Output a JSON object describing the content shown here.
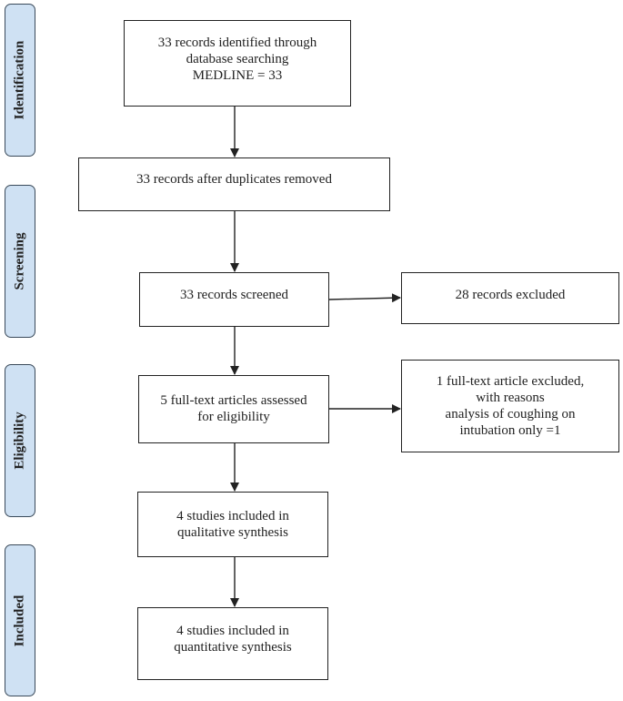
{
  "phases": {
    "identification": "Identification",
    "screening": "Screening",
    "eligibility": "Eligibility",
    "included": "Included"
  },
  "boxes": {
    "identified": [
      "33 records identified through",
      "database searching",
      "MEDLINE = 33"
    ],
    "duplicates_removed": [
      "33 records after duplicates removed"
    ],
    "screened": [
      "33 records screened"
    ],
    "excluded": [
      "28 records excluded"
    ],
    "fulltext_assessed": [
      "5 full-text articles assessed",
      "for eligibility"
    ],
    "fulltext_excluded": [
      "1 full-text article excluded,",
      "with reasons",
      "analysis of coughing on",
      "intubation only =1"
    ],
    "qualitative": [
      "4 studies included in",
      "qualitative synthesis"
    ],
    "quantitative": [
      "4 studies included in",
      "quantitative synthesis"
    ]
  },
  "colors": {
    "phase_fill": "#cfe1f3",
    "phase_border": "#3a4a5a",
    "box_border": "#222222",
    "arrow": "#222222"
  }
}
